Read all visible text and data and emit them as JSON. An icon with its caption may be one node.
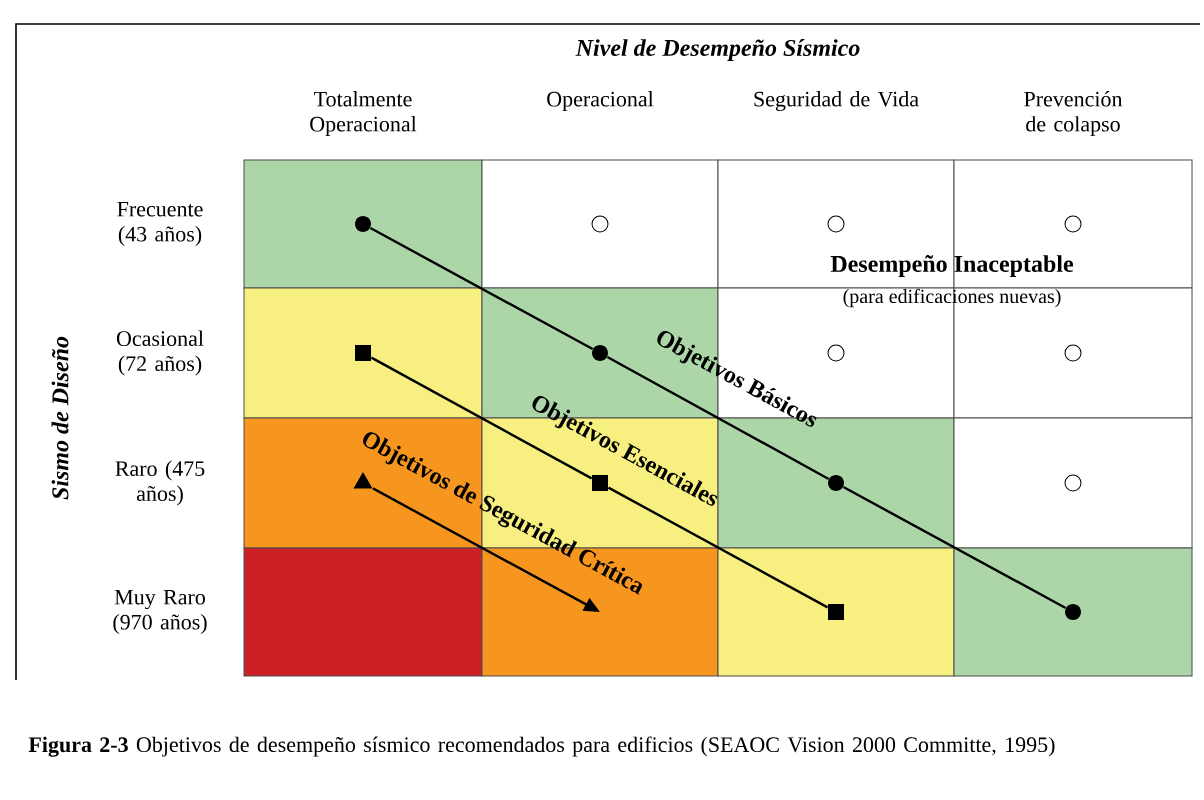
{
  "diagram": {
    "title": "Nivel de Desempeño Sísmico",
    "caption": "**Figura 2-3** Objetivos de desempeño sísmico recomendados para edificios (SEAOC Vision 2000 Committe, 1995)",
    "nodes": [
      {
        "text": [],
        "shape": "circle"
      },
      {
        "text": [],
        "shape": "box"
      },
      {
        "text": [],
        "shape": "circle"
      },
      {
        "text": [],
        "shape": "triangle"
      },
      {
        "text": [],
        "shape": "box"
      },
      {
        "text": [],
        "shape": "circle"
      },
      {
        "text": [],
        "shape": "box"
      },
      {
        "text": [],
        "shape": "circle"
      }
    ],
    "edges": [
      {
        "from": 0,
        "to": 2,
        "arrow": "none"
      },
      {
        "from": 2,
        "to": 5,
        "arrow": "none",
        "label": "Objetivos Básicos"
      },
      {
        "from": 5,
        "to": 7,
        "arrow": "none"
      },
      {
        "from": 1,
        "to": 4,
        "arrow": "none"
      },
      {
        "from": 4,
        "to": 6,
        "arrow": "none",
        "label": "Objetivos Esenciales"
      },
      {
        "from": 3,
        "to": null,
        "arrow": "to",
        "label": "Objetivos de Seguridad Crítica"
      }
    ],
    "labels": [
      "Totalmente Operacional",
      "Operacional",
      "Seguridad de Vida",
      "Prevención de colapso",
      "Frecuente (43 años)",
      "Ocasional (72 años)",
      "Raro (475 años)",
      "Muy Raro (970 años)",
      "Sismo de Diseño",
      "Desempeño Inaceptable",
      "(para edificaciones nuevas)"
    ]
  }
}
